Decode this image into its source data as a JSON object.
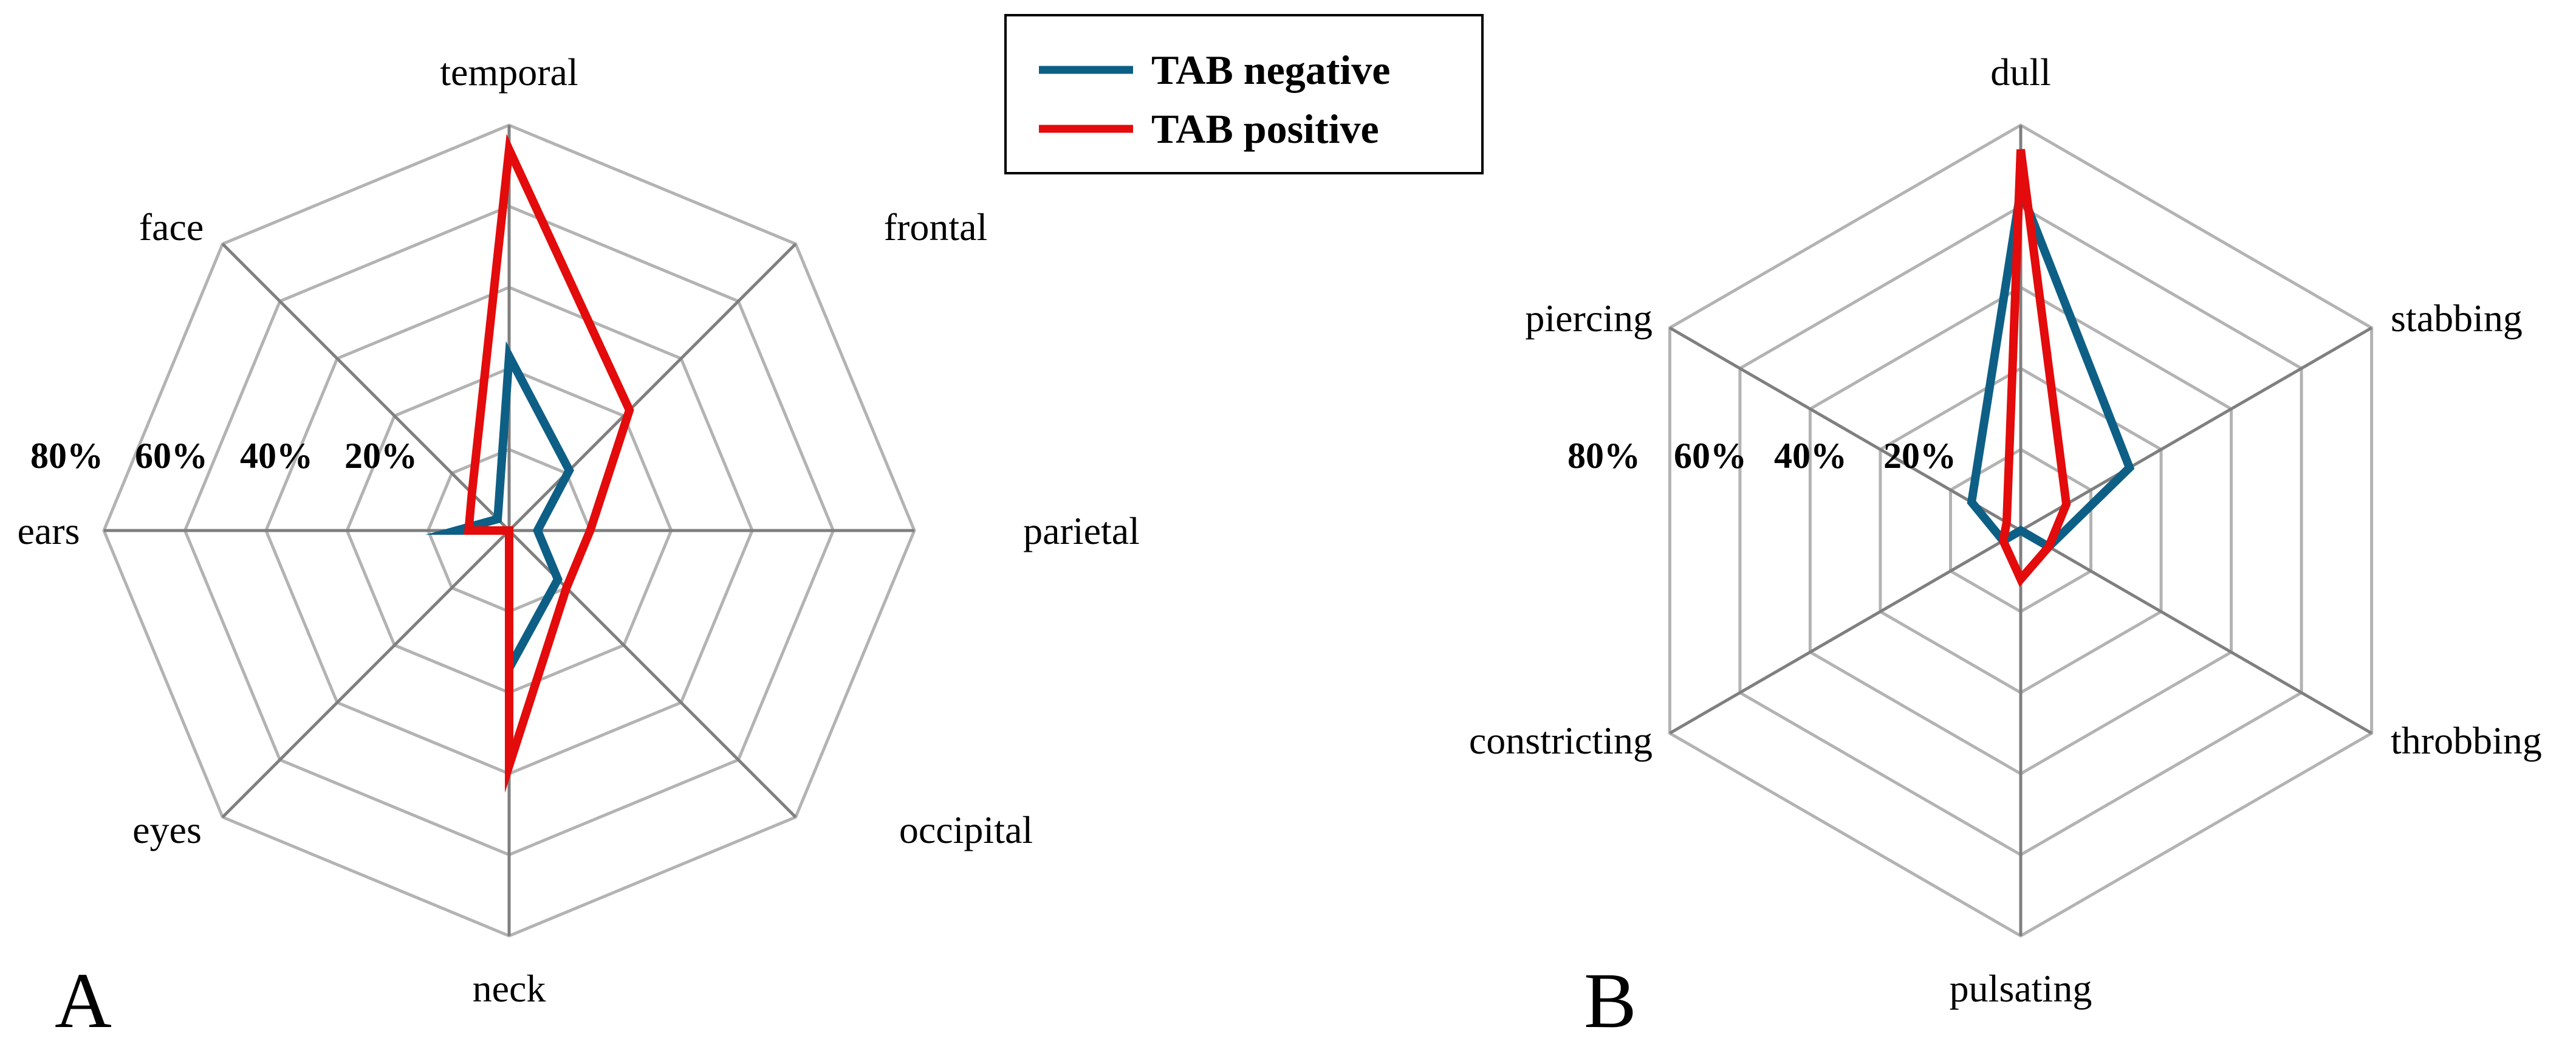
{
  "colors": {
    "tab_negative": "#0e5f85",
    "tab_positive": "#e30b0b",
    "grid_ring": "#b3b3b3",
    "grid_spoke": "#7f7f7f"
  },
  "legend": {
    "items": [
      {
        "label": "TAB negative",
        "color": "#0e5f85"
      },
      {
        "label": "TAB positive",
        "color": "#e30b0b"
      }
    ]
  },
  "chart_data": [
    {
      "type": "radar",
      "panel_label": "A",
      "categories": [
        "temporal",
        "frontal",
        "parietal",
        "occipital",
        "neck",
        "eyes",
        "ears",
        "face"
      ],
      "ring_values": [
        20,
        40,
        60,
        80,
        100
      ],
      "ring_labels": [
        "20%",
        "40%",
        "60%",
        "80%"
      ],
      "rmax": 100,
      "series": [
        {
          "name": "TAB negative",
          "values": [
            43,
            21,
            7,
            17,
            34,
            0,
            13,
            4
          ]
        },
        {
          "name": "TAB positive",
          "values": [
            94,
            42,
            20,
            20,
            58,
            0,
            10,
            13
          ]
        }
      ]
    },
    {
      "type": "radar",
      "panel_label": "B",
      "categories": [
        "dull",
        "stabbing",
        "throbbing",
        "pulsating",
        "constricting",
        "piercing"
      ],
      "ring_values": [
        20,
        40,
        60,
        80,
        100
      ],
      "ring_labels": [
        "20%",
        "40%",
        "60%",
        "80%"
      ],
      "rmax": 100,
      "series": [
        {
          "name": "TAB negative",
          "values": [
            84,
            31,
            8,
            0,
            5,
            14
          ]
        },
        {
          "name": "TAB positive",
          "values": [
            94,
            13,
            8,
            12,
            5,
            4
          ]
        }
      ]
    }
  ]
}
